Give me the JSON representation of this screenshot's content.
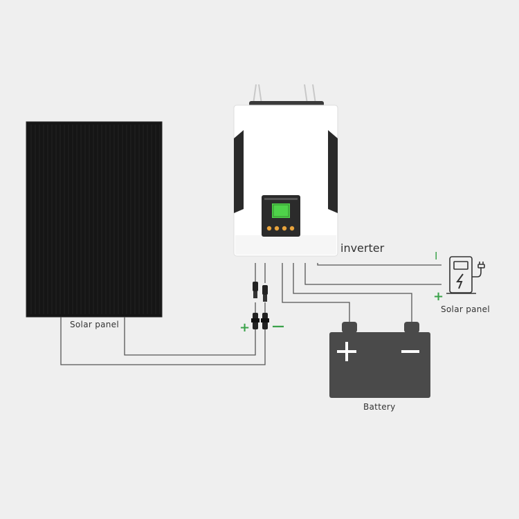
{
  "labels": {
    "solar_panel_left": "Solar panel",
    "inverter": "inverter",
    "solar_panel_right": "Solar panel",
    "battery": "Battery"
  },
  "signs": {
    "pv_plus": "+",
    "pv_minus": "—",
    "charger_plus": "+",
    "charger_minus": "I"
  },
  "colors": {
    "background": "#efefef",
    "panel": "#151515",
    "inverter_body": "#ffffff",
    "inverter_accent": "#2a2a2a",
    "lcd": "#4fd24a",
    "button": "#e8a33c",
    "battery": "#4a4a4a",
    "wire": "#555555",
    "sign_green": "#3aa24a"
  },
  "icons": [
    "ev-charger-icon",
    "mc4-connector-icon"
  ]
}
